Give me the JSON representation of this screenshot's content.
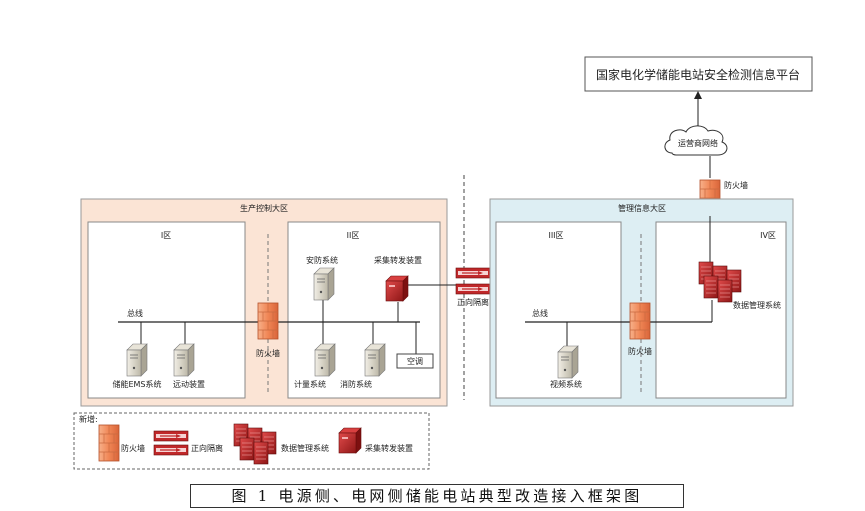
{
  "platform": {
    "title": "国家电化学储能电站安全检测信息平台"
  },
  "cloud": {
    "label": "运营商网络"
  },
  "top_firewall": {
    "label": "防火墙"
  },
  "production_zone": {
    "title": "生产控制大区",
    "zone1": {
      "title": "I区",
      "bus": "总线",
      "ems": "储能EMS系统",
      "agc": "远动装置"
    },
    "firewall": "防火墙",
    "zone2": {
      "title": "II区",
      "security": "安防系统",
      "collector": "采集转发装置",
      "metering": "计量系统",
      "fire": "消防系统",
      "hvac": "空调"
    }
  },
  "isolator": {
    "label": "正向隔离"
  },
  "management_zone": {
    "title": "管理信息大区",
    "zone3": {
      "title": "III区",
      "bus": "总线",
      "video": "视频系统"
    },
    "firewall": "防火墙",
    "zone4": {
      "title": "IV区",
      "data_mgmt": "数据管理系统"
    }
  },
  "legend": {
    "title": "新增:",
    "firewall": "防火墙",
    "isolator": "正向隔离",
    "data_mgmt": "数据管理系统",
    "collector": "采集转发装置"
  },
  "caption": "图 1 电源侧、电网侧储能电站典型改造接入框架图",
  "colors": {
    "production_bg": "#fbe4d5",
    "management_bg": "#ddeef3",
    "firewall": "#f08c5a",
    "red_device": "#c0282a",
    "line": "#222222"
  }
}
